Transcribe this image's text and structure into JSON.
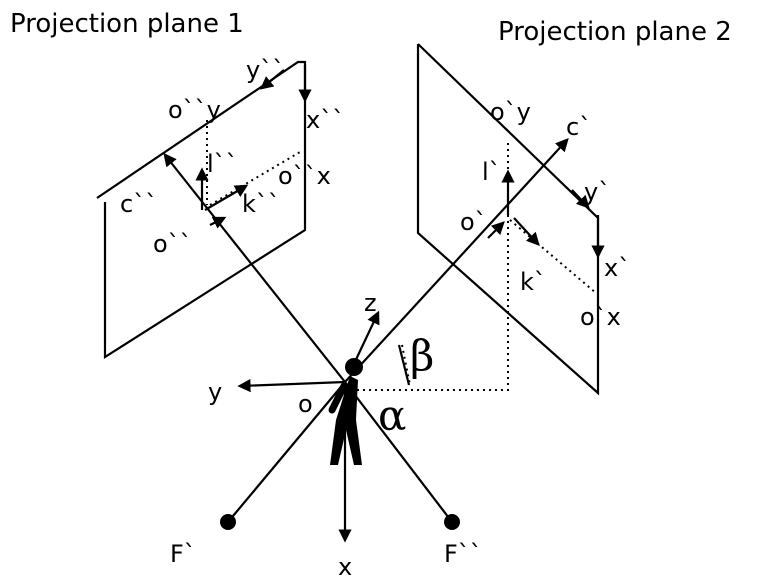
{
  "titles": {
    "plane1": "Projection plane 1",
    "plane2": "Projection plane 2"
  },
  "labels": {
    "y_pp1": "y``",
    "x_pp1": "x``",
    "oy_pp1": "o``y",
    "ox_pp1": "o``x",
    "l_pp1": "l``",
    "k_pp1": "k``",
    "c_pp1": "c``",
    "o_pp1": "o``",
    "oy_pp2": "o`y",
    "c_pp2": "c`",
    "l_pp2": "l`",
    "y_pp2": "y`",
    "o_pp2": "o`",
    "k_pp2": "k`",
    "x_pp2": "x`",
    "ox_pp2": "o`x",
    "z": "z",
    "y": "y",
    "o": "o",
    "x": "x",
    "beta": "β",
    "alpha": "α",
    "f1": "F`",
    "f2": "F``"
  }
}
